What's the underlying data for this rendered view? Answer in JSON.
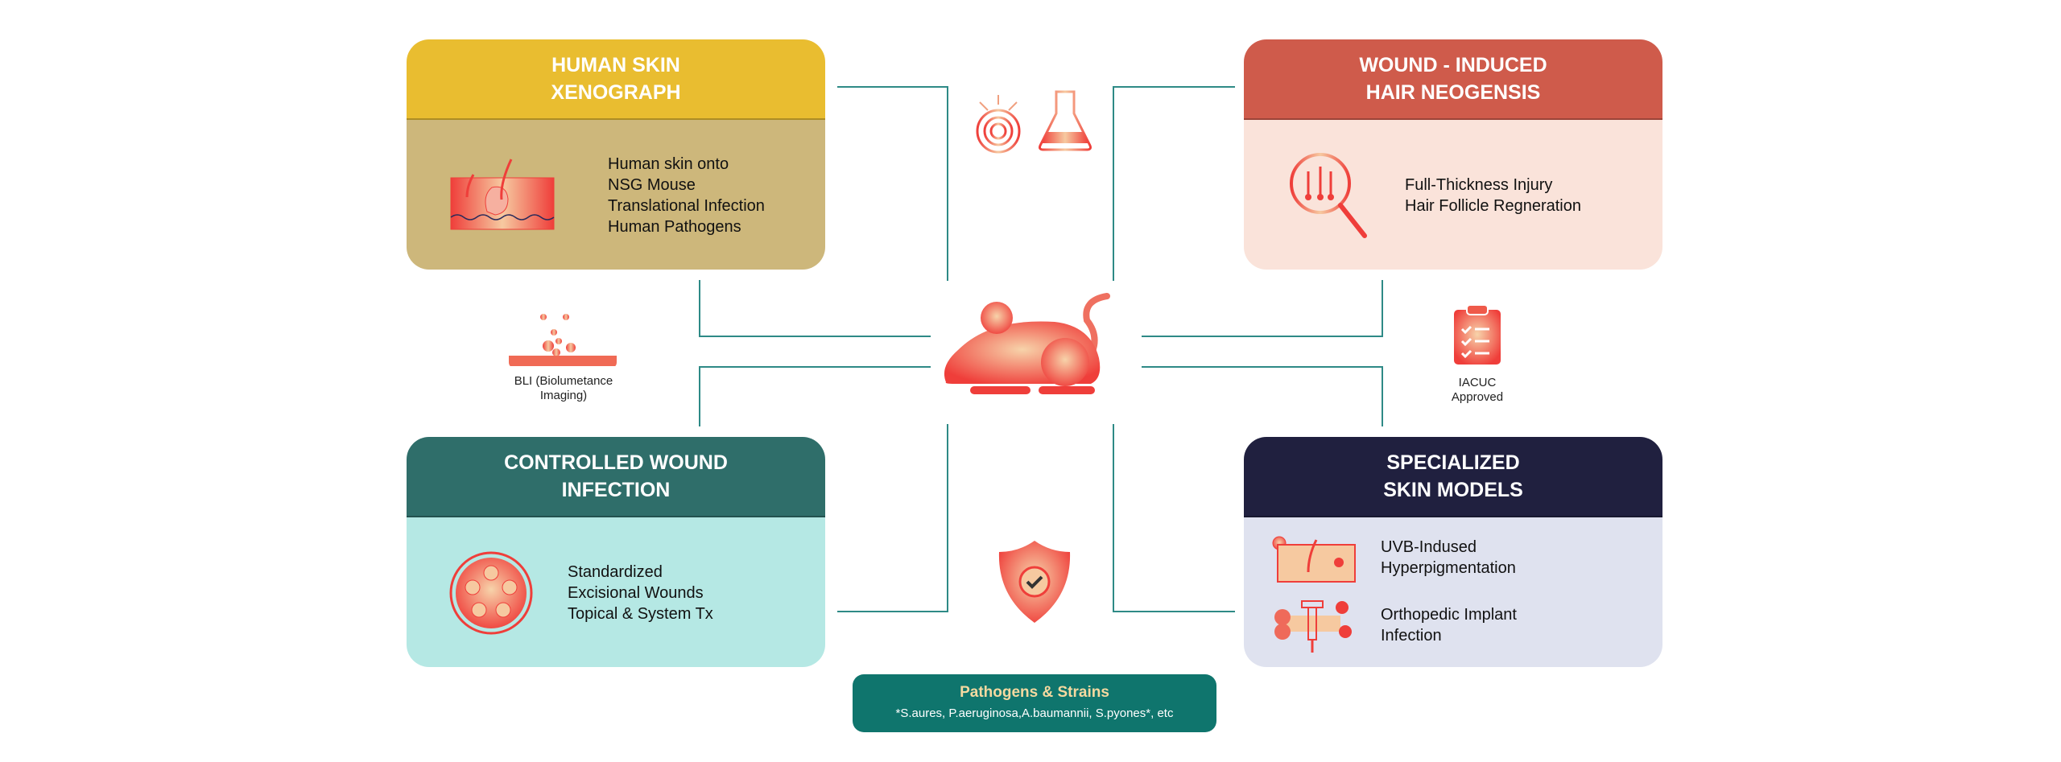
{
  "cards": {
    "xenograph": {
      "title": "HUMAN SKIN\nXENOGRAPH",
      "items": [
        "Human skin onto",
        "NSG Mouse",
        "Translational Infection",
        "Human Pathogens"
      ],
      "header_color": "#e9bd30",
      "body_color": "#cdb77b"
    },
    "neogenesis": {
      "title": "WOUND - INDUCED\nHAIR NEOGENSIS",
      "items": [
        "Full-Thickness Injury",
        "Hair Follicle Regneration"
      ],
      "header_color": "#cf5b4b",
      "body_color": "#fae3da"
    },
    "wound": {
      "title": "CONTROLLED WOUND\nINFECTION",
      "items": [
        "Standardized",
        "Excisional Wounds",
        "Topical & System Tx"
      ],
      "header_color": "#2f6e6a",
      "body_color": "#b5e8e4"
    },
    "specialized": {
      "title": "SPECIALIZED\nSKIN MODELS",
      "items": [
        "UVB-Indused",
        "Hyperpigmentation",
        "Orthopedic Implant",
        "Infection"
      ],
      "header_color": "#20203f",
      "body_color": "#dfe2ef"
    }
  },
  "captions": {
    "bli_1": "BLI (Biolumetance",
    "bli_2": "Imaging)",
    "iacuc_1": "IACUC",
    "iacuc_2": "Approved"
  },
  "pathogens": {
    "title": "Pathogens & Strains",
    "subtitle": "*S.aures, P.aeruginosa,A.baumannii, S.pyones*, etc"
  },
  "colors": {
    "connector": "#2e8a86",
    "icon_red": "#ef3e3a",
    "icon_peach": "#f6c9a0"
  }
}
